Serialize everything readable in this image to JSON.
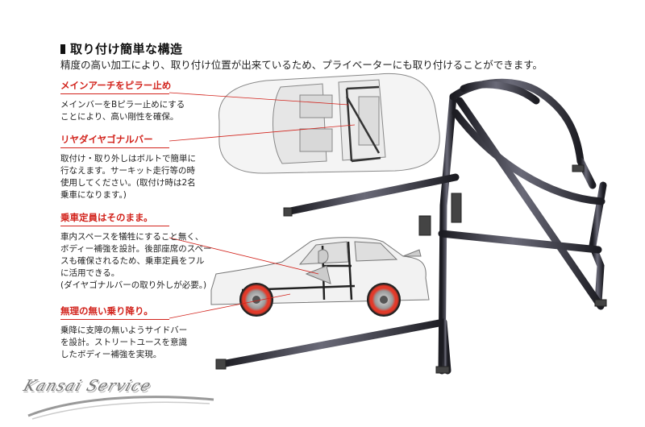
{
  "header": {
    "title": "取り付け簡単な構造",
    "intro": "精度の高い加工により、取り付け位置が出来ているため、プライベーターにも取り付けることができます。"
  },
  "features": [
    {
      "heading": "メインアーチをピラー止め",
      "lines": [
        "メインバーをBピラー止めにする",
        "ことにより、高い剛性を確保。"
      ]
    },
    {
      "heading": "リヤダイヤゴナルバー",
      "lines": [
        "取付け・取り外しはボルトで簡単に",
        "行なえます。サーキット走行等の時",
        "使用してください。(取付け時は2名",
        "乗車になります。)"
      ]
    },
    {
      "heading": "乗車定員はそのまま。",
      "lines": [
        "車内スペースを犠牲にすること無く、",
        "ボディー補強を設計。後部座席のスペー",
        "スも確保されるため、乗車定員をフル",
        "に活用できる。",
        "(ダイヤゴナルバーの取り外しが必要。)"
      ]
    },
    {
      "heading": "無理の無い乗り降り。",
      "lines": [
        "乗降に支障の無いようサイドバー",
        "を設計。ストリートユースを意識",
        "したボディー補強を実現。"
      ]
    }
  ],
  "logo": {
    "text": "Kansai Service"
  },
  "colors": {
    "accent": "#d2231c",
    "pipe": "#2b2b33",
    "tire_ring": "#e23a2a"
  }
}
